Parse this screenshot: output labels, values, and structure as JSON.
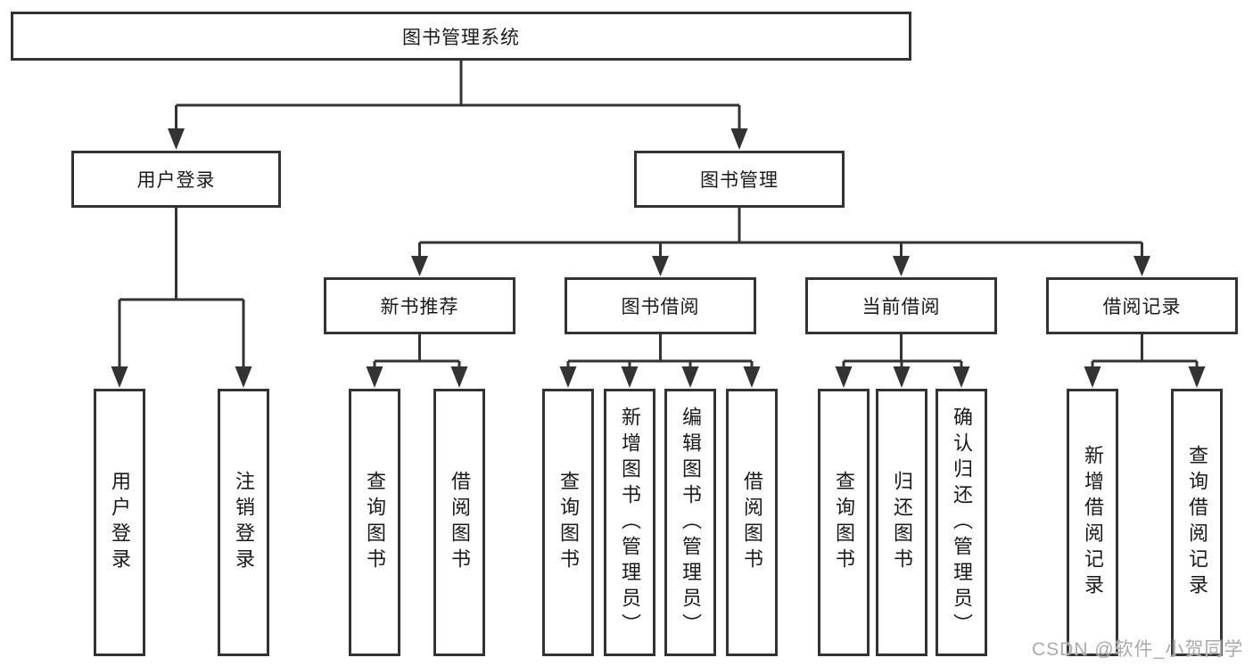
{
  "diagram": {
    "root": {
      "label": "图书管理系统"
    },
    "level2": [
      {
        "label": "用户登录"
      },
      {
        "label": "图书管理"
      }
    ],
    "level3": [
      {
        "label": "新书推荐"
      },
      {
        "label": "图书借阅"
      },
      {
        "label": "当前借阅"
      },
      {
        "label": "借阅记录"
      }
    ],
    "leaves": [
      {
        "label": "用户登录"
      },
      {
        "label": "注销登录"
      },
      {
        "label": "查询图书"
      },
      {
        "label": "借阅图书"
      },
      {
        "label": "查询图书"
      },
      {
        "label": "新增图书（管理员）"
      },
      {
        "label": "编辑图书（管理员）"
      },
      {
        "label": "借阅图书"
      },
      {
        "label": "查询图书"
      },
      {
        "label": "归还图书"
      },
      {
        "label": "确认归还（管理员）"
      },
      {
        "label": "新增借阅记录"
      },
      {
        "label": "查询借阅记录"
      }
    ],
    "watermark": "CSDN @软件_小贺同学",
    "colors": {
      "line": "#333333",
      "text": "#1a1a1a",
      "watermark": "#ababab",
      "background": "#ffffff"
    }
  }
}
